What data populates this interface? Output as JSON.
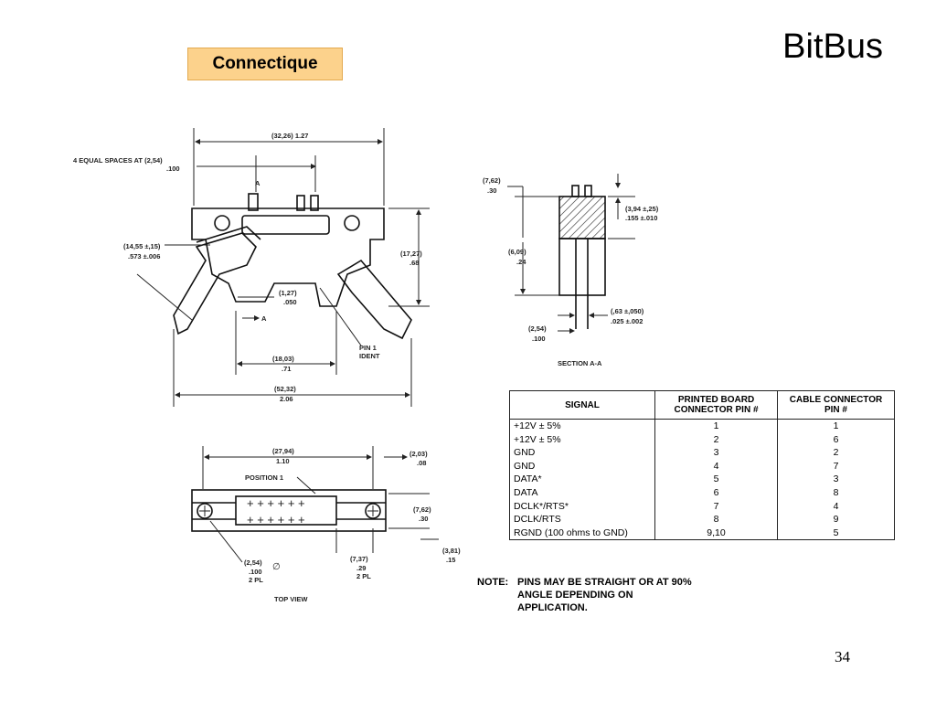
{
  "slide": {
    "title": "BitBus",
    "badge": "Connectique",
    "page_number": "34"
  },
  "drawing_front": {
    "overall_top": "(32,26)\n1.27",
    "equal_spaces": "4 EQUAL SPACES AT (2,54)",
    "equal_spaces_in": ".100",
    "section_mark": "A",
    "height_left": "(14,55 ±,15)",
    "height_left_in": ".573 ±.006",
    "height_right": "(17,27)",
    "height_right_in": ".68",
    "pitch": "(1,27)",
    "pitch_in": ".050",
    "inner_width": "(18,03)",
    "inner_width_in": ".71",
    "overall_bottom": "(52,32)",
    "overall_bottom_in": "2.06",
    "pin1": "PIN 1",
    "ident": "IDENT"
  },
  "drawing_section": {
    "top": "(7,62)",
    "top_in": ".30",
    "right_top": "(3,94 ±,25)",
    "right_top_in": ".155 ±.010",
    "middle": "(6,09)",
    "middle_in": ".24",
    "pin_w": "(,63 ±,050)",
    "pin_w_in": ".025 ±.002",
    "pitch": "(2,54)",
    "pitch_in": ".100",
    "caption": "SECTION A-A"
  },
  "drawing_top": {
    "width": "(27,94)",
    "width_in": "1.10",
    "right_top": "(2,03)",
    "right_top_in": ".08",
    "position": "POSITION 1",
    "height": "(7,62)",
    "height_in": ".30",
    "edge": "(3,81)",
    "edge_in": ".15",
    "hole": "(2,54)",
    "hole_in": ".100",
    "hole_pl": "2 PL",
    "offset": "(7,37)",
    "offset_in": ".29",
    "offset_pl": "2 PL",
    "caption": "TOP VIEW"
  },
  "table": {
    "headers": [
      "SIGNAL",
      "PRINTED BOARD CONNECTOR PIN #",
      "CABLE CONNECTOR PIN #"
    ],
    "rows": [
      [
        "+12V ± 5%",
        "1",
        "1"
      ],
      [
        "+12V ± 5%",
        "2",
        "6"
      ],
      [
        "GND",
        "3",
        "2"
      ],
      [
        "GND",
        "4",
        "7"
      ],
      [
        "DATA*",
        "5",
        "3"
      ],
      [
        "DATA",
        "6",
        "8"
      ],
      [
        "DCLK*/RTS*",
        "7",
        "4"
      ],
      [
        "DCLK/RTS",
        "8",
        "9"
      ],
      [
        "RGND (100 ohms to GND)",
        "9,10",
        "5"
      ]
    ]
  },
  "note": {
    "label": "NOTE:",
    "text": "PINS MAY BE STRAIGHT OR AT 90% ANGLE DEPENDING ON APPLICATION."
  }
}
